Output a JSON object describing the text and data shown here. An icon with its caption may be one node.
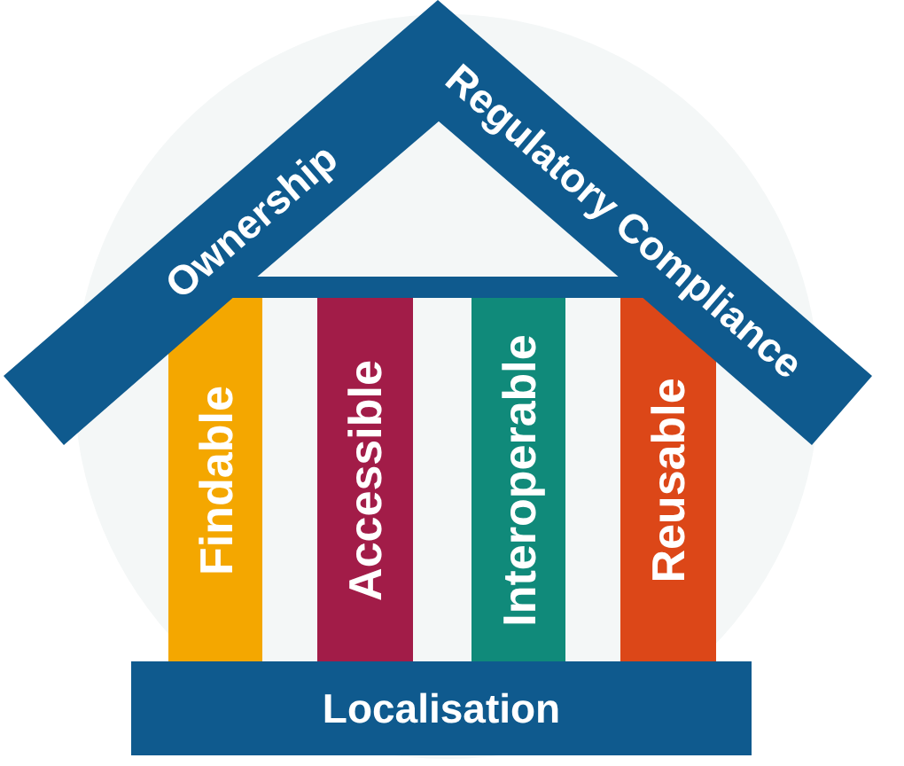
{
  "diagram": {
    "nodes": [
      {
        "text": [
          "Ownership"
        ]
      },
      {
        "text": [
          "Regulatory Compliance"
        ]
      },
      {
        "text": [
          "Findable"
        ]
      },
      {
        "text": [
          "Accessible"
        ]
      },
      {
        "text": [
          "Interoperable"
        ]
      },
      {
        "text": [
          "Reusable"
        ]
      },
      {
        "text": [
          "Localisation"
        ]
      }
    ]
  }
}
